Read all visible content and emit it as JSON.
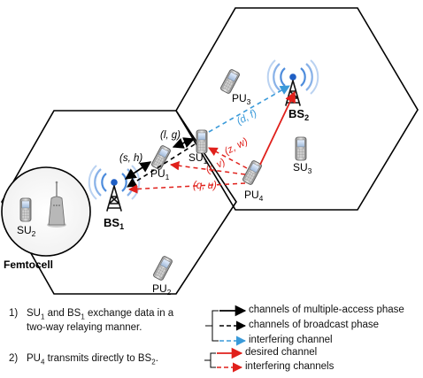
{
  "nodes": {
    "bs1": {
      "name": "BS",
      "sub": "1"
    },
    "bs2": {
      "name": "BS",
      "sub": "2"
    },
    "pu1": {
      "name": "PU",
      "sub": "1"
    },
    "pu2": {
      "name": "PU",
      "sub": "2"
    },
    "pu3": {
      "name": "PU",
      "sub": "3"
    },
    "pu4": {
      "name": "PU",
      "sub": "4"
    },
    "su1": {
      "name": "SU",
      "sub": "1"
    },
    "su2": {
      "name": "SU",
      "sub": "2"
    },
    "su3": {
      "name": "SU",
      "sub": "3"
    }
  },
  "femtocell_label": "Femtocell",
  "link_labels": {
    "l_g": "(l, g)",
    "s_h": "(s, h)",
    "d_f": "(d, f)",
    "z_w": "(z, w)",
    "r_v": "(r, v)",
    "q_u": "(q, u)"
  },
  "notes": [
    {
      "num": "1)",
      "line1_pre": "SU",
      "line1_sub1": "1",
      "line1_mid": " and BS",
      "line1_sub2": "1",
      "line1_post": " exchange data in a",
      "line2": "two-way relaying manner."
    },
    {
      "num": "2)",
      "line1_pre": "PU",
      "line1_sub1": "4",
      "line1_mid": " transmits directly to BS",
      "line1_sub2": "2",
      "line1_post": "."
    }
  ],
  "legend": {
    "group1": [
      {
        "label": "channels of multiple-access phase",
        "style": "solid",
        "color": "#000000"
      },
      {
        "label": "channels of broadcast phase",
        "style": "dashed",
        "color": "#000000"
      },
      {
        "label": "interfering channel",
        "style": "dashed",
        "color": "#3a9ad9"
      }
    ],
    "group2": [
      {
        "label": "desired channel",
        "style": "solid",
        "color": "#e0201b"
      },
      {
        "label": "interfering channels",
        "style": "dashed",
        "color": "#e0201b"
      }
    ]
  },
  "colors": {
    "black": "#000000",
    "red": "#e0201b",
    "blue": "#3a9ad9",
    "signal": "#3a7fd8"
  },
  "icons": [
    "cell-tower-icon",
    "mobile-phone-icon",
    "femtocell-icon"
  ]
}
